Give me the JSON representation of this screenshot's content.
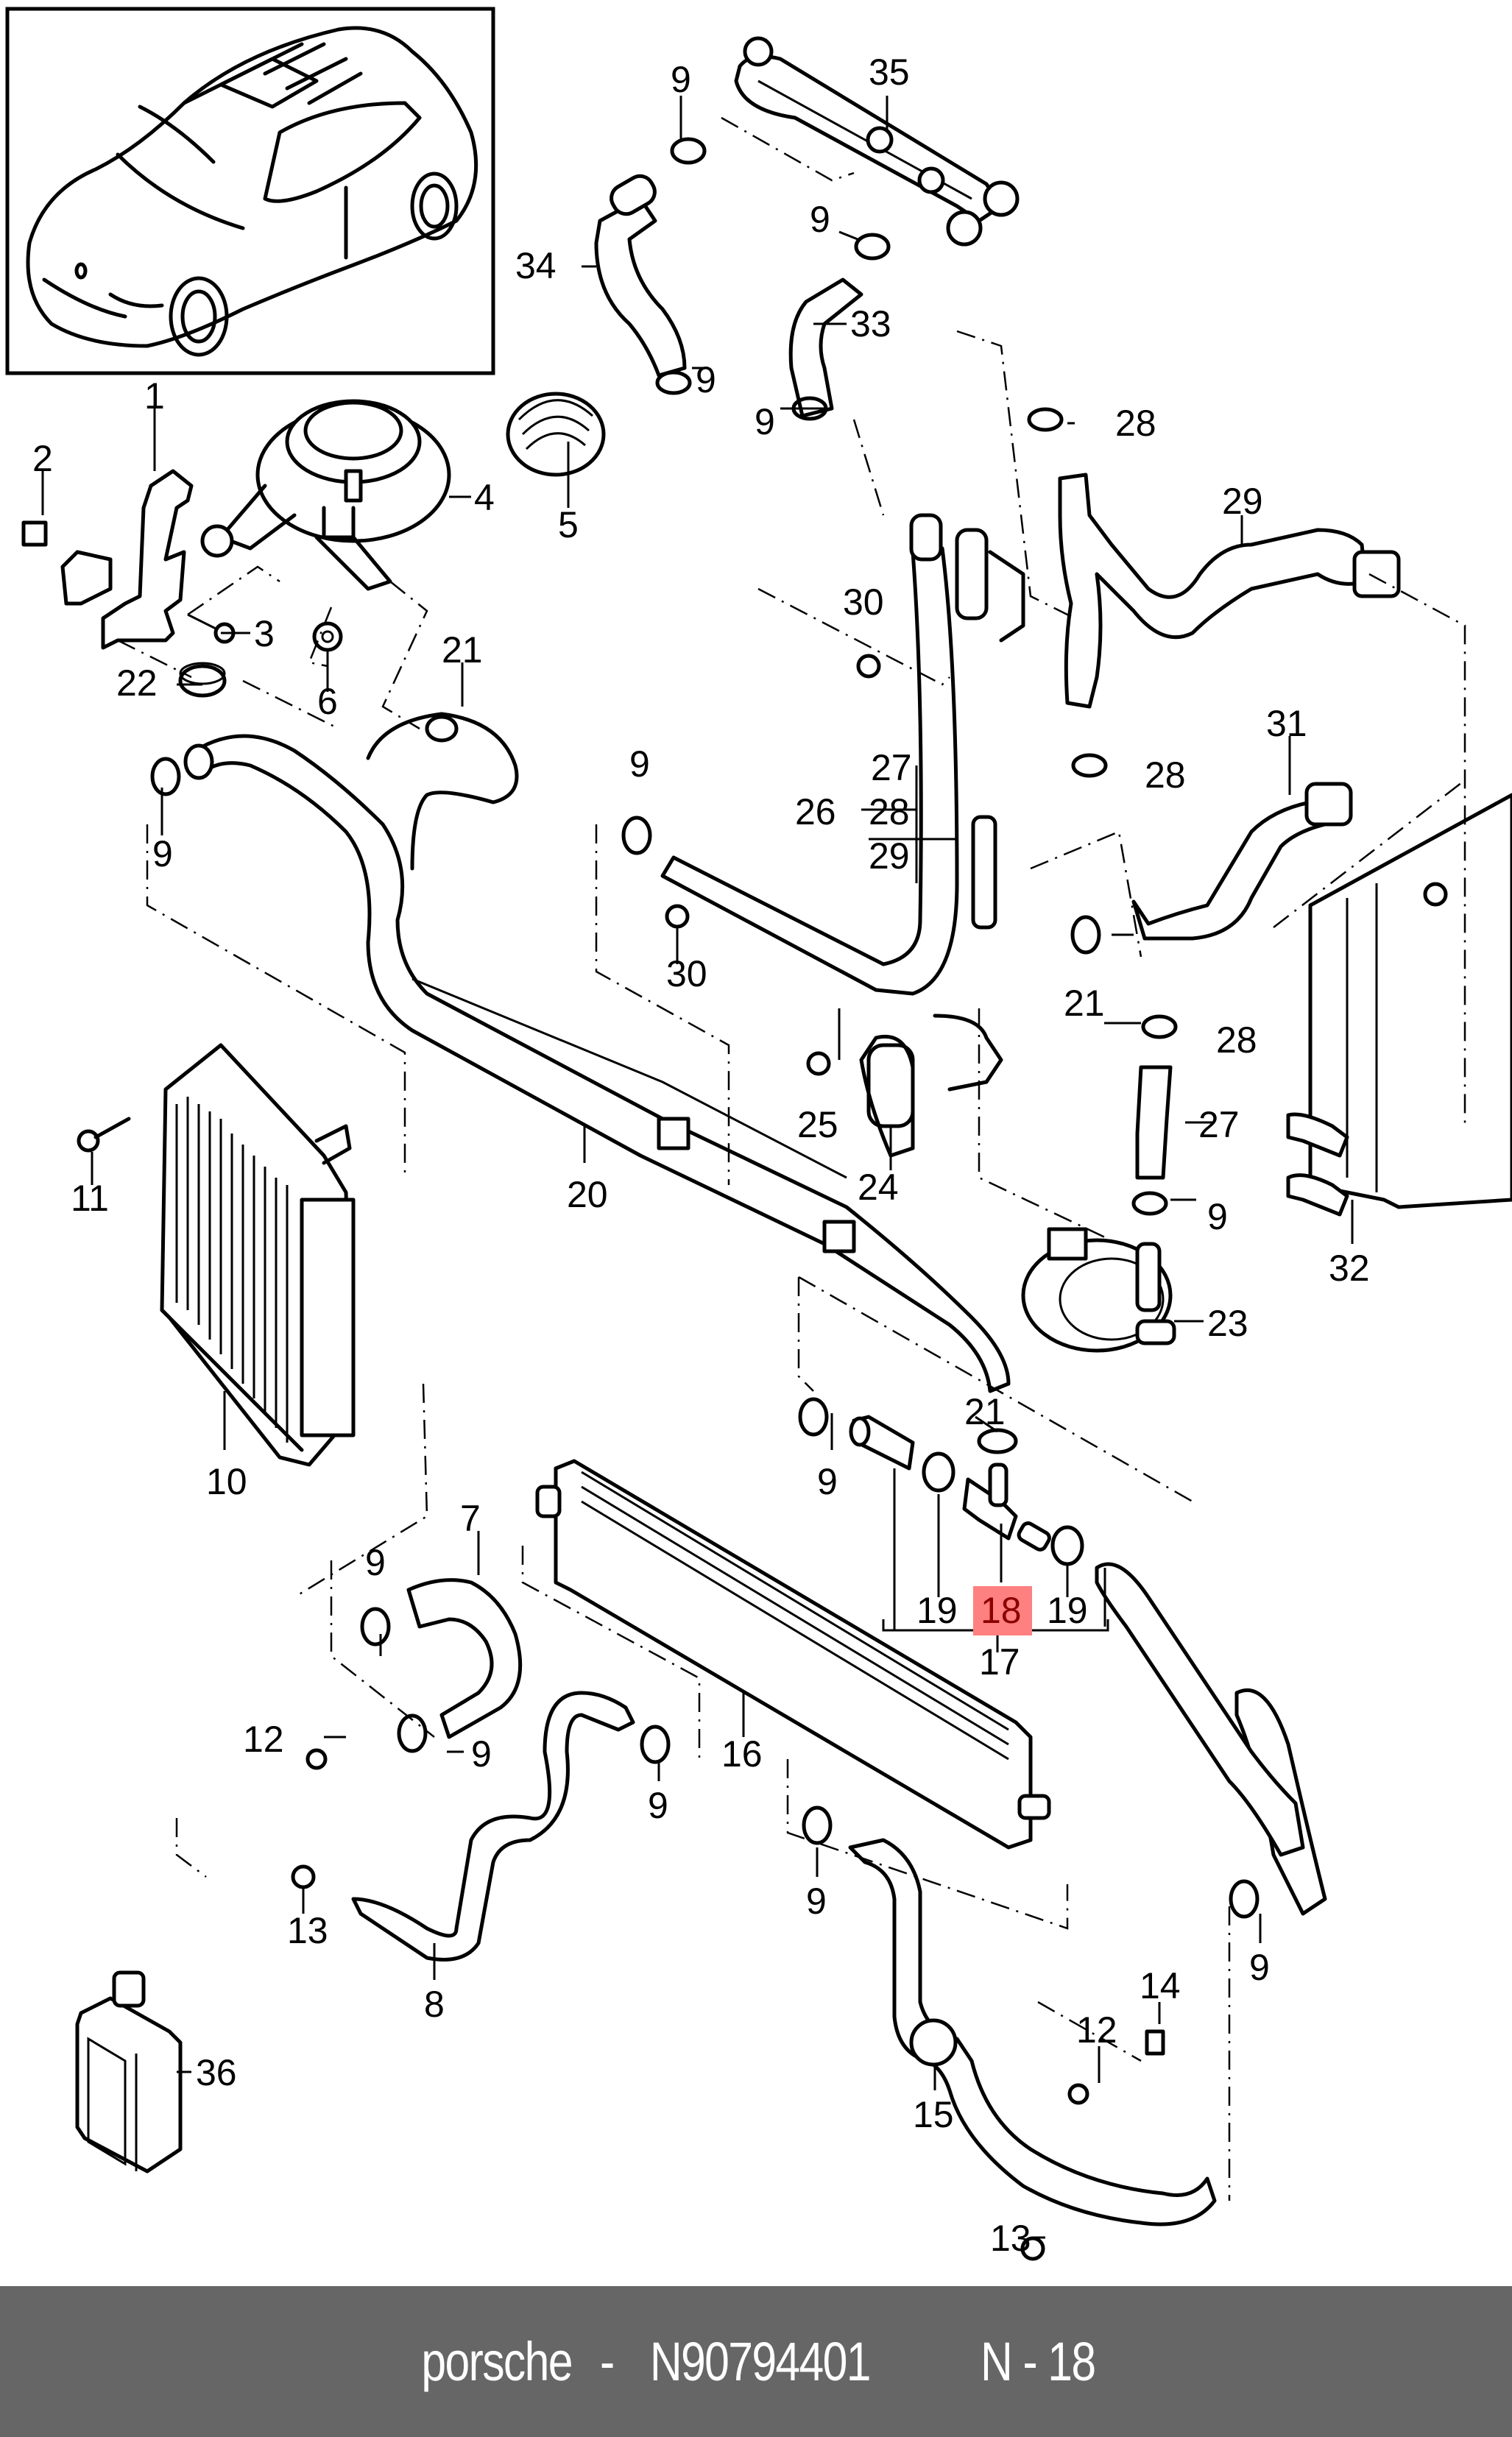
{
  "footer": {
    "brand": "porsche",
    "separator": "-",
    "part_number": "N90794401",
    "diagram_ref": "N - 18"
  },
  "highlight": {
    "callout": "18",
    "color": "#ff8080",
    "text_color": "#8b0000"
  },
  "inset": {
    "description": "vehicle-overview-suv"
  },
  "callouts": {
    "c1": "1",
    "c2": "2",
    "c3": "3",
    "c4": "4",
    "c5": "5",
    "c6": "6",
    "c7": "7",
    "c8": "8",
    "c9a": "9",
    "c9b": "9",
    "c9c": "9",
    "c9d": "9",
    "c9e": "9",
    "c9f": "9",
    "c9g": "9",
    "c9h": "9",
    "c9i": "9",
    "c9j": "9",
    "c9k": "9",
    "c9l": "9",
    "c9m": "9",
    "c10": "10",
    "c11": "11",
    "c12a": "12",
    "c12b": "12",
    "c13a": "13",
    "c13b": "13",
    "c14": "14",
    "c15": "15",
    "c16": "16",
    "c17": "17",
    "c18": "18",
    "c19a": "19",
    "c19b": "19",
    "c20": "20",
    "c21a": "21",
    "c21b": "21",
    "c21c": "21",
    "c22": "22",
    "c23": "23",
    "c24": "24",
    "c25": "25",
    "c26": "26",
    "c27a": "27",
    "c27b": "27",
    "c28a": "28",
    "c28b": "28",
    "c28c": "28",
    "c28d": "28",
    "c29a": "29",
    "c29b": "29",
    "c30a": "30",
    "c30b": "30",
    "c31": "31",
    "c32": "32",
    "c33": "33",
    "c34": "34",
    "c35": "35",
    "c36": "36"
  },
  "parts": [
    {
      "ref": "1",
      "name": "bracket"
    },
    {
      "ref": "2",
      "name": "clip-nut"
    },
    {
      "ref": "3",
      "name": "screw"
    },
    {
      "ref": "4",
      "name": "expansion-tank"
    },
    {
      "ref": "5",
      "name": "filler-cap"
    },
    {
      "ref": "6",
      "name": "nut"
    },
    {
      "ref": "7",
      "name": "hose"
    },
    {
      "ref": "8",
      "name": "coolant-pipe"
    },
    {
      "ref": "9",
      "name": "hose-clamp"
    },
    {
      "ref": "10",
      "name": "radiator-left"
    },
    {
      "ref": "11",
      "name": "bolt"
    },
    {
      "ref": "12",
      "name": "stud"
    },
    {
      "ref": "13",
      "name": "nut"
    },
    {
      "ref": "14",
      "name": "clip"
    },
    {
      "ref": "15",
      "name": "coolant-pipe"
    },
    {
      "ref": "16",
      "name": "auxiliary-radiator"
    },
    {
      "ref": "17",
      "name": "hose-set"
    },
    {
      "ref": "18",
      "name": "t-connector"
    },
    {
      "ref": "19",
      "name": "hose-clamp"
    },
    {
      "ref": "20",
      "name": "coolant-line"
    },
    {
      "ref": "21",
      "name": "hose-clamp"
    },
    {
      "ref": "22",
      "name": "holder"
    },
    {
      "ref": "23",
      "name": "auxiliary-water-pump"
    },
    {
      "ref": "24",
      "name": "holder"
    },
    {
      "ref": "25",
      "name": "screw"
    },
    {
      "ref": "26",
      "name": "coolant-pipe-assembly"
    },
    {
      "ref": "27",
      "name": "hose"
    },
    {
      "ref": "28",
      "name": "hose-clamp"
    },
    {
      "ref": "29",
      "name": "hose"
    },
    {
      "ref": "30",
      "name": "screw"
    },
    {
      "ref": "31",
      "name": "hose"
    },
    {
      "ref": "32",
      "name": "radiator-right"
    },
    {
      "ref": "33",
      "name": "hose"
    },
    {
      "ref": "34",
      "name": "hose"
    },
    {
      "ref": "35",
      "name": "coolant-pipe"
    },
    {
      "ref": "36",
      "name": "coolant-bottle"
    }
  ]
}
